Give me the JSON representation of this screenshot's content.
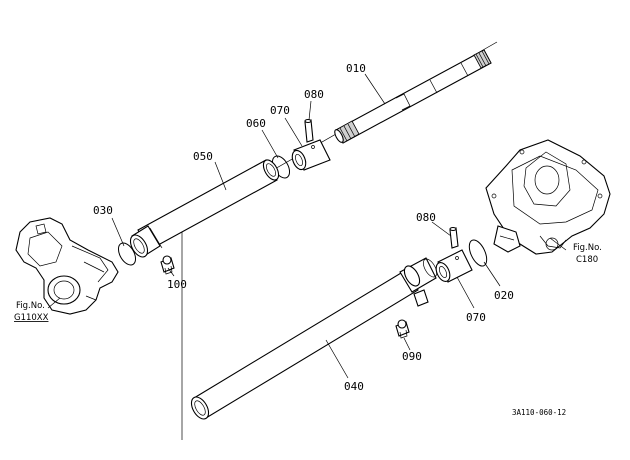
{
  "parts": {
    "p010": "010",
    "p080_top": "080",
    "p070_top": "070",
    "p060": "060",
    "p050": "050",
    "p030": "030",
    "p100": "100",
    "p080_low": "080",
    "p070_low": "070",
    "p020": "020",
    "p090": "090",
    "p040": "040"
  },
  "refs": {
    "left_fig": "Fig.No.",
    "left_code": "G110XX",
    "right_fig": "Fig.No.",
    "right_code": "C180"
  },
  "caption": "3A110-060-12"
}
